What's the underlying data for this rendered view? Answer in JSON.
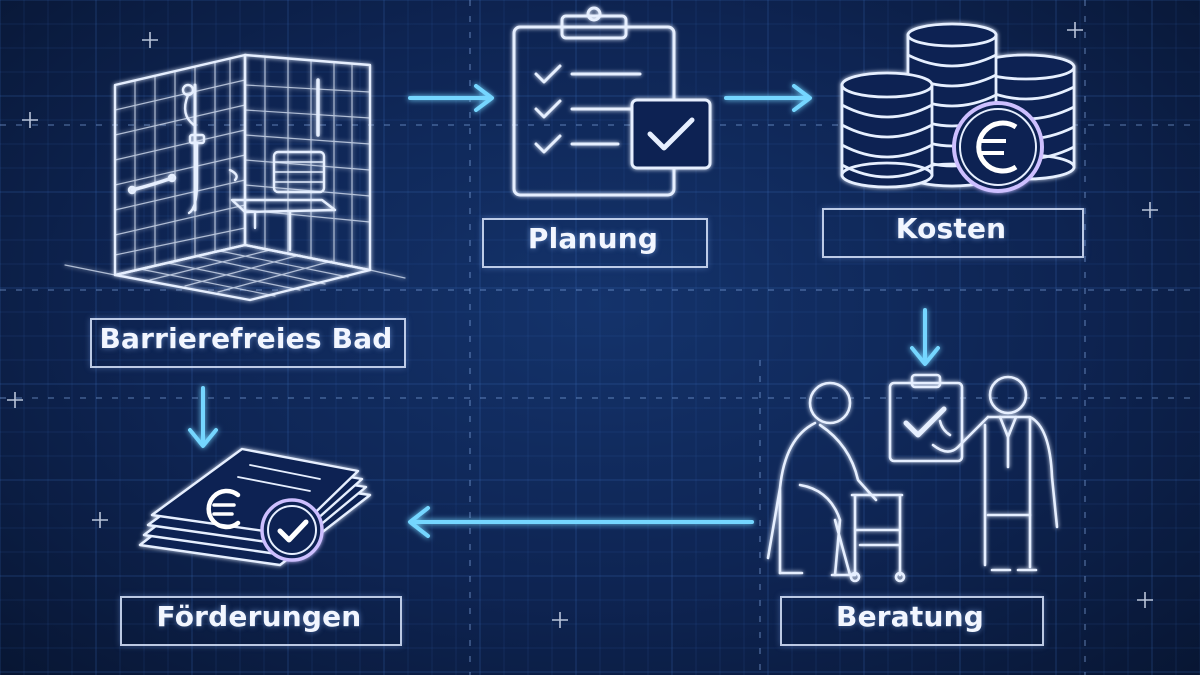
{
  "diagram": {
    "nodes": [
      {
        "id": "bad",
        "label": "Barrierefreies Bad",
        "icon": "accessible-shower-icon"
      },
      {
        "id": "planung",
        "label": "Planung",
        "icon": "clipboard-checklist-icon"
      },
      {
        "id": "kosten",
        "label": "Kosten",
        "icon": "euro-coins-icon"
      },
      {
        "id": "beratung",
        "label": "Beratung",
        "icon": "consultation-people-icon"
      },
      {
        "id": "foerderungen",
        "label": "Förderungen",
        "icon": "euro-documents-check-icon"
      }
    ],
    "edges": [
      {
        "from": "bad",
        "to": "planung"
      },
      {
        "from": "planung",
        "to": "kosten"
      },
      {
        "from": "kosten",
        "to": "beratung"
      },
      {
        "from": "beratung",
        "to": "foerderungen"
      },
      {
        "from": "bad",
        "to": "foerderungen"
      }
    ]
  },
  "colors": {
    "background": "#0e2452",
    "grid": "#3a6bb8",
    "line": "#e8f0ff",
    "arrow": "#6fd3ff",
    "accent_glow": "#9a8cff"
  }
}
